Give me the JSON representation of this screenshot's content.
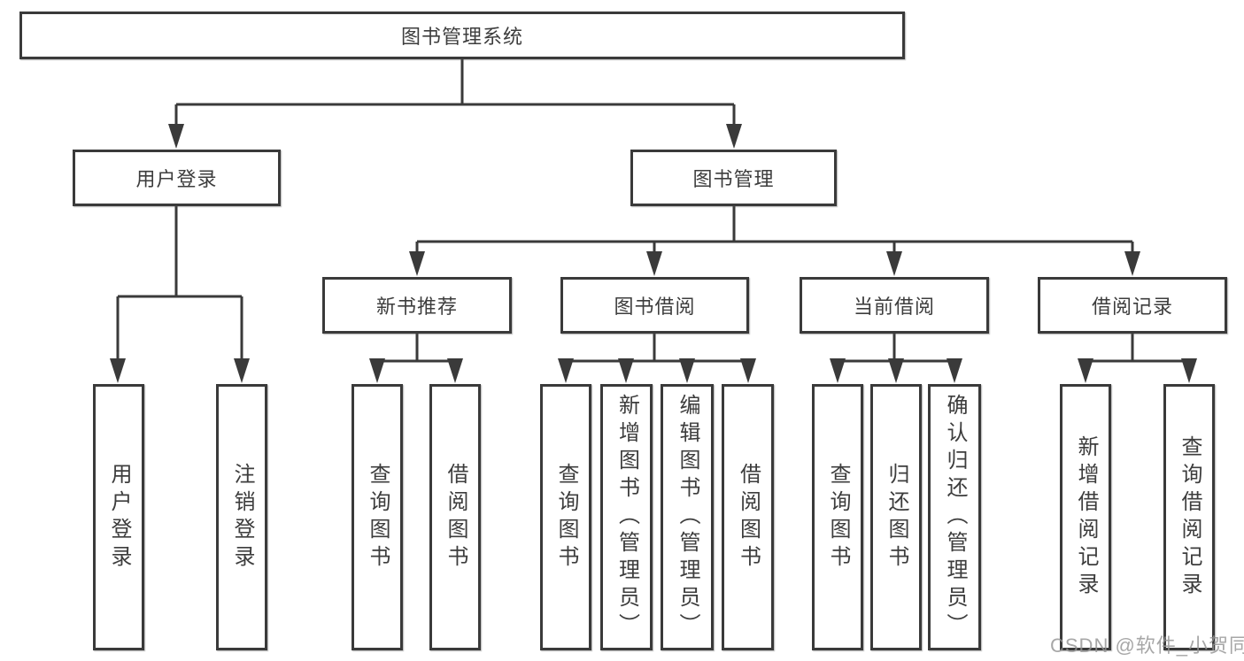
{
  "tree": {
    "root": {
      "label": "图书管理系统"
    },
    "branches": [
      {
        "label": "用户登录",
        "children": [
          "用户登录",
          "注销登录"
        ]
      },
      {
        "label": "图书管理",
        "groups": [
          {
            "label": "新书推荐",
            "children": [
              "查询图书",
              "借阅图书"
            ]
          },
          {
            "label": "图书借阅",
            "children": [
              "查询图书",
              "新增图书（管理员）",
              "编辑图书（管理员）",
              "借阅图书"
            ]
          },
          {
            "label": "当前借阅",
            "children": [
              "查询图书",
              "归还图书",
              "确认归还（管理员）"
            ]
          },
          {
            "label": "借阅记录",
            "children": [
              "新增借阅记录",
              "查询借阅记录"
            ]
          }
        ]
      }
    ]
  },
  "watermark": {
    "text": "CSDN @软件_小贺同学"
  },
  "colors": {
    "line": "#3a3a3a",
    "text": "#3d3d3d",
    "background": "#ffffff",
    "watermark": "#949494"
  }
}
